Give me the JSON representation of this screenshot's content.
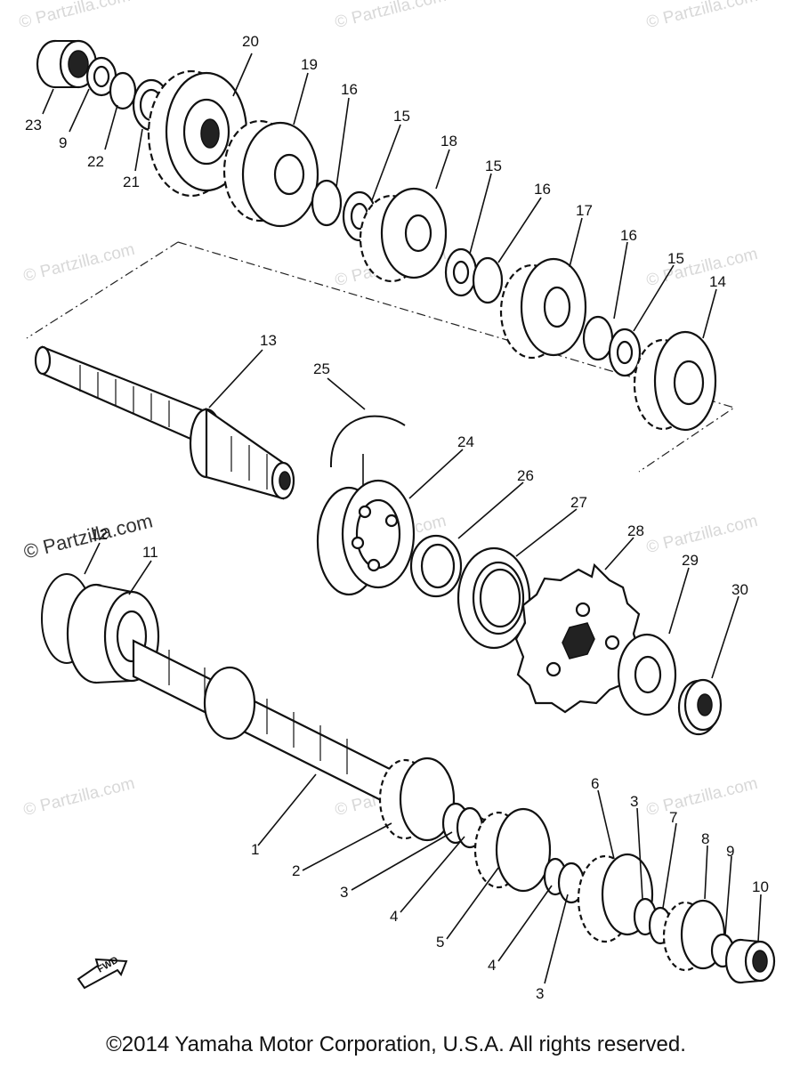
{
  "copyright": "©2014 Yamaha Motor Corporation, U.S.A. All rights reserved.",
  "watermark": "© Partzilla.com",
  "fwd_label": "FWD",
  "callouts": [
    "20",
    "19",
    "16",
    "15",
    "18",
    "15",
    "16",
    "17",
    "16",
    "15",
    "14",
    "23",
    "9",
    "22",
    "21",
    "13",
    "25",
    "24",
    "26",
    "27",
    "28",
    "29",
    "30",
    "12",
    "11",
    "1",
    "2",
    "3",
    "4",
    "5",
    "4",
    "3",
    "6",
    "3",
    "7",
    "8",
    "9",
    "10"
  ]
}
